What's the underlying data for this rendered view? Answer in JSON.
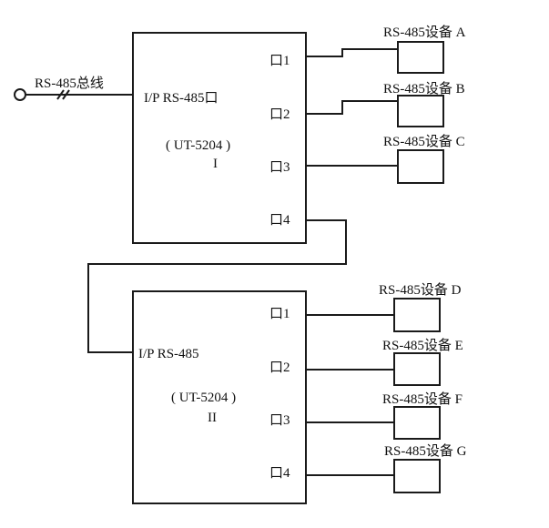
{
  "bus_label": "RS-485总线",
  "hubs": [
    {
      "input_label": "I/P RS-485口",
      "model": "( UT-5204 )",
      "numeral": "I",
      "ports": [
        "口1",
        "口2",
        "口3",
        "口4"
      ]
    },
    {
      "input_label": "I/P RS-485",
      "model": "( UT-5204 )",
      "numeral": "II",
      "ports": [
        "口1",
        "口2",
        "口3",
        "口4"
      ]
    }
  ],
  "devices": [
    "RS-485设备 A",
    "RS-485设备 B",
    "RS-485设备 C",
    "RS-485设备 D",
    "RS-485设备 E",
    "RS-485设备 F",
    "RS-485设备 G"
  ]
}
